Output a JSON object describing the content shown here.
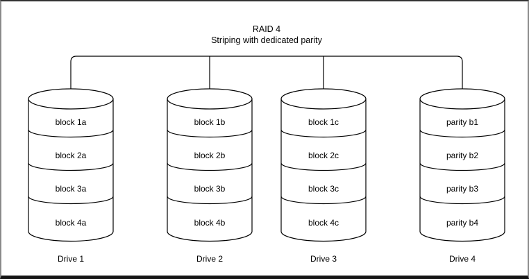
{
  "title": {
    "line1": "RAID 4",
    "line2": "Striping with dedicated parity"
  },
  "drives": [
    {
      "label": "Drive 1",
      "blocks": [
        "block 1a",
        "block 2a",
        "block 3a",
        "block 4a"
      ]
    },
    {
      "label": "Drive 2",
      "blocks": [
        "block 1b",
        "block 2b",
        "block 3b",
        "block 4b"
      ]
    },
    {
      "label": "Drive 3",
      "blocks": [
        "block 1c",
        "block 2c",
        "block 3c",
        "block 4c"
      ]
    },
    {
      "label": "Drive 4",
      "blocks": [
        "parity b1",
        "parity b2",
        "parity b3",
        "parity b4"
      ]
    }
  ],
  "colors": {
    "line": "#000000",
    "background": "#ffffff",
    "text": "#000000",
    "frame_border_sides": "#8a8a8a",
    "frame_border_bottom": "#141414"
  }
}
